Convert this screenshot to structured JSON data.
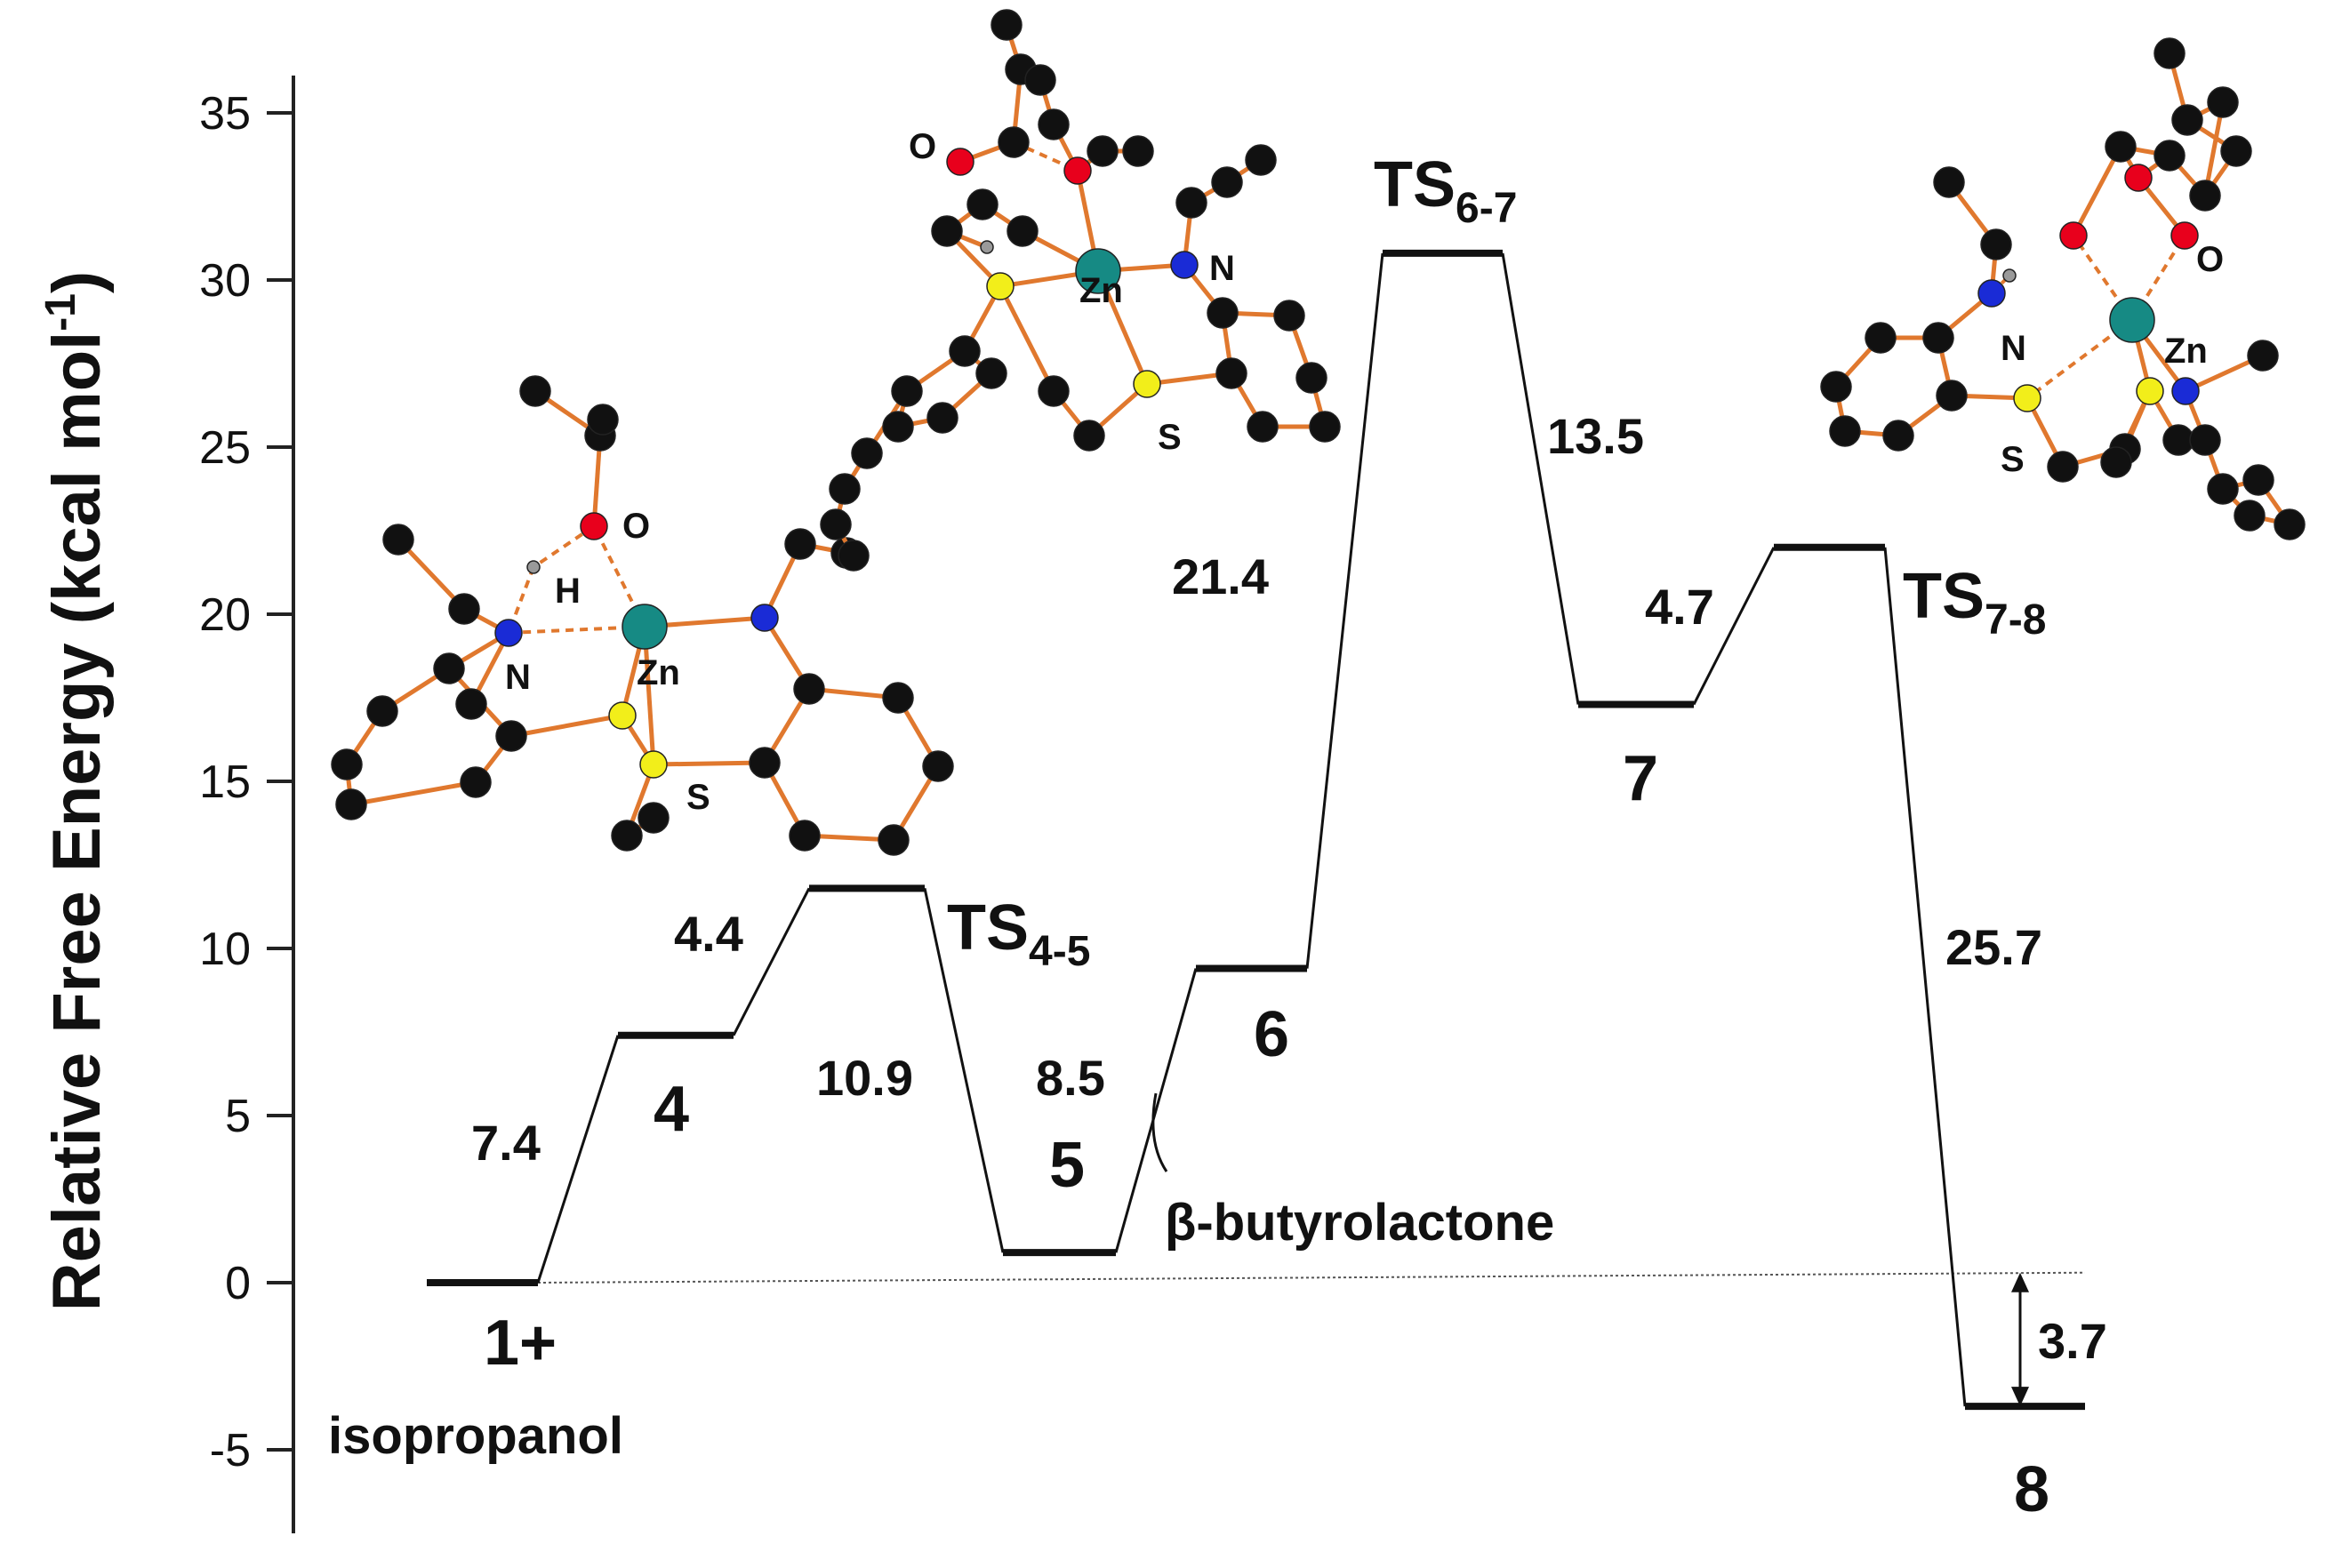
{
  "chart_data": {
    "type": "line",
    "ylabel": "Relative Free Energy (kcal mol",
    "ylabel_superscript": "-1",
    "ylabel_close": ")",
    "ylim": [
      -7,
      37
    ],
    "yticks": [
      -5,
      0,
      5,
      10,
      15,
      20,
      25,
      30,
      35
    ],
    "reference_line_y": 0,
    "states": [
      {
        "id": "s1",
        "label": "1+",
        "sublabel": "isopropanol",
        "energy": 0.0
      },
      {
        "id": "s4",
        "label": "4",
        "energy": 7.4
      },
      {
        "id": "ts45",
        "label": "TS",
        "sub": "4-5",
        "energy": 11.8
      },
      {
        "id": "s5",
        "label": "5",
        "energy": 0.9
      },
      {
        "id": "s6",
        "label": "6",
        "energy": 9.4
      },
      {
        "id": "ts67",
        "label": "TS",
        "sub": "6-7",
        "energy": 30.8
      },
      {
        "id": "s7",
        "label": "7",
        "energy": 17.3
      },
      {
        "id": "ts78",
        "label": "TS",
        "sub": "7-8",
        "energy": 22.0
      },
      {
        "id": "s8",
        "label": "8",
        "energy": -3.7
      }
    ],
    "step_labels": [
      "7.4",
      "4.4",
      "10.9",
      "8.5",
      "21.4",
      "13.5",
      "4.7",
      "25.7"
    ],
    "annotations": {
      "reagent": "β-butyrolactone",
      "final_gap": "3.7"
    }
  },
  "structures": {
    "atom_labels": {
      "o": "O",
      "h": "H",
      "n": "N",
      "zn": "Zn",
      "s": "S"
    },
    "colors": {
      "carbon": "#111111",
      "oxygen": "#e8001c",
      "nitrogen": "#1a2bd6",
      "sulfur": "#f2ee1a",
      "zinc": "#168a84",
      "hydrogen": "#9a9a9a",
      "bond": "#e0782e"
    }
  }
}
